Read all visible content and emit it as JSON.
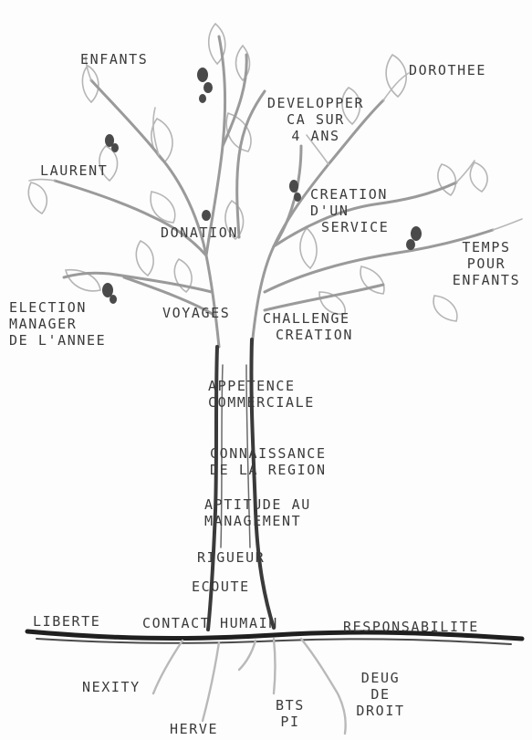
{
  "colors": {
    "ink": "#3b3b3b",
    "trunk": "#3a3a3a",
    "ground": "#1f1f1f",
    "branch": "#9a9a9a",
    "roots": "#b9b9b9",
    "leaf_outline": "#b0b0b0",
    "fruit": "#4a4a4a"
  },
  "crown": {
    "people": {
      "enfants": "ENFANTS",
      "dorothee": "DOROTHEE",
      "laurent": "LAURENT"
    },
    "goals": {
      "developper": [
        "DEVELOPPER",
        "CA SUR",
        "4 ANS"
      ],
      "creation_service": [
        "CREATION",
        "D'UN",
        "SERVICE"
      ],
      "donation": "DONATION",
      "temps": [
        "TEMPS",
        "POUR",
        "ENFANTS"
      ],
      "election": [
        "ELECTION",
        "MANAGER",
        "DE L'ANNEE"
      ],
      "voyages": "VOYAGES",
      "challenge": [
        "CHALLENGE",
        "CREATION"
      ]
    }
  },
  "trunk": {
    "qualities": [
      "APPETENCE",
      "COMMERCIALE",
      "CONNAISSANCE",
      "DE LA REGION",
      "APTITUDE AU",
      "MANAGEMENT",
      "RIGUEUR",
      "ECOUTE"
    ]
  },
  "ground": {
    "values": [
      "LIBERTE",
      "CONTACT HUMAIN",
      "RESPONSABILITE"
    ]
  },
  "roots": {
    "nexity": "NEXITY",
    "herve": "HERVE",
    "bts": [
      "BTS",
      "PI"
    ],
    "deug": [
      "DEUG",
      "DE",
      "DROIT"
    ]
  }
}
